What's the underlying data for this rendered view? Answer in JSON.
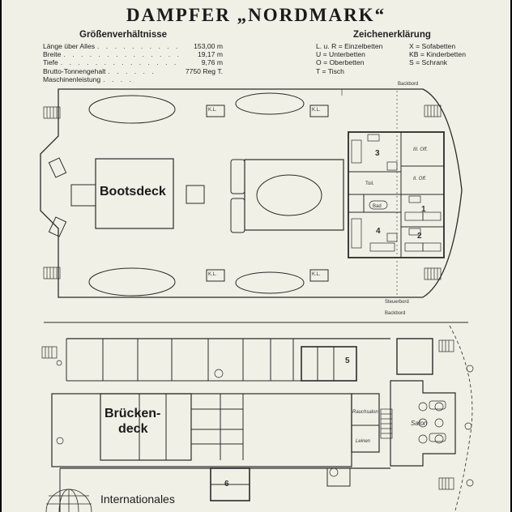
{
  "title": "DAMPFER „NORDMARK“",
  "sizes": {
    "heading": "Größenverhältnisse",
    "rows": [
      {
        "label": "Länge über Alles",
        "value": "153,00 m"
      },
      {
        "label": "Breite",
        "value": "19,17 m"
      },
      {
        "label": "Tiefe",
        "value": "9,76 m"
      },
      {
        "label": "Brutto-Tonnengehalt",
        "value": "7750 Reg T."
      },
      {
        "label": "Maschinenleistung",
        "value": ""
      }
    ]
  },
  "legend": {
    "heading": "Zeichenerklärung",
    "rows": [
      {
        "left": "L. u. R = Einzelbetten",
        "right": "X = Sofabetten"
      },
      {
        "left": "U = Unterbetten",
        "right": "KB = Kinderbetten"
      },
      {
        "left": "O = Oberbetten",
        "right": "S = Schrank"
      },
      {
        "left": "T = Tisch",
        "right": ""
      }
    ]
  },
  "decks": {
    "boat_deck": "Bootsdeck",
    "bridge_deck_1": "Brücken-",
    "bridge_deck_2": "deck"
  },
  "labels": {
    "backbord_1": "Backbord",
    "steuerbord": "Steuerbord",
    "backbord_2": "Backbord",
    "kl": "K.L.",
    "offiz_3": "III. Off.",
    "offiz_2": "II. Off.",
    "bad": "Bad",
    "toil": "Toil.",
    "rauchsalon": "Rauchsalon",
    "leinen": "Leinen",
    "salon": "Salon",
    "cabins": [
      "1",
      "2",
      "3",
      "4",
      "5",
      "6"
    ]
  },
  "footer": {
    "brand": "Internationales"
  }
}
